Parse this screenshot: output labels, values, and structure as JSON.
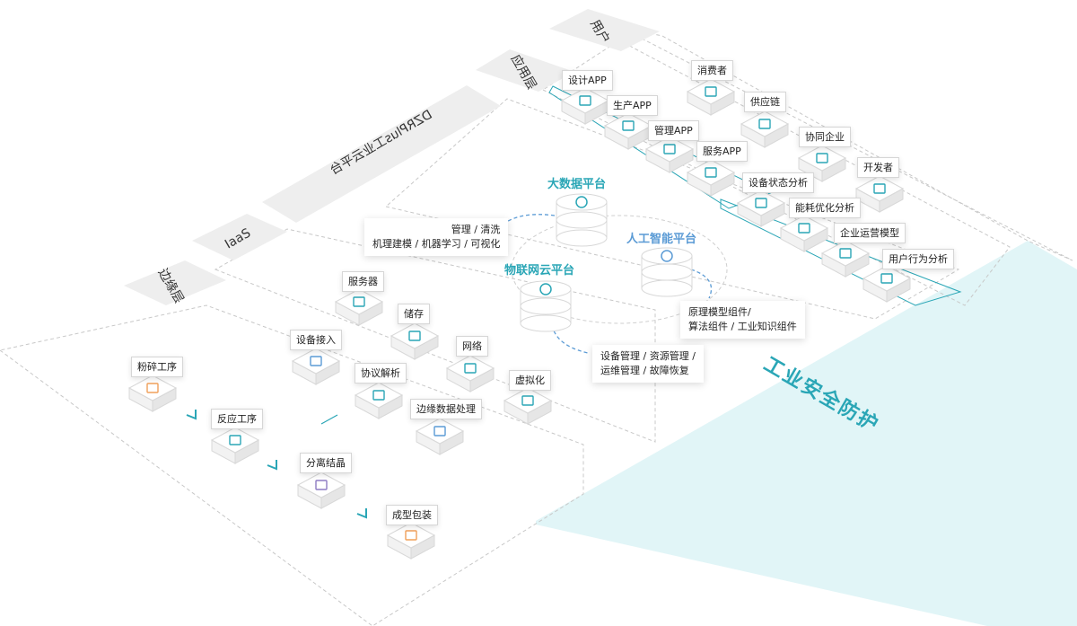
{
  "layers": {
    "user": "用户",
    "app_layer": "应用层",
    "platform": "DZRPlus工业云平台",
    "iaas": "IaaS",
    "edge": "边缘层"
  },
  "user_items": [
    "消费者",
    "供应链",
    "协同企业",
    "开发者"
  ],
  "app_items": [
    "设计APP",
    "生产APP",
    "管理APP",
    "服务APP"
  ],
  "analysis_items": [
    "设备状态分析",
    "能耗优化分析",
    "企业运营模型",
    "用户行为分析"
  ],
  "platforms": {
    "bigdata": "大数据平台",
    "ai": "人工智能平台",
    "iot": "物联网云平台"
  },
  "notes": {
    "bigdata_line1": "管理 / 清洗",
    "bigdata_line2": "机理建模 / 机器学习 / 可视化",
    "ai_line1": "原理模型组件/",
    "ai_line2": "算法组件 / 工业知识组件",
    "iot_line1": "设备管理 / 资源管理 /",
    "iot_line2": "运维管理 / 故障恢复"
  },
  "iaas_items": [
    "服务器",
    "储存",
    "网络",
    "虚拟化"
  ],
  "connect_items": [
    "设备接入",
    "协议解析",
    "边缘数据处理"
  ],
  "edge_items": [
    "粉碎工序",
    "反应工序",
    "分离结晶",
    "成型包装"
  ],
  "safety": "工业安全防护",
  "colors": {
    "teal": "#2aa6b6",
    "light_teal": "#e1f5f7",
    "blue": "#5b9bd5",
    "gray_band": "#efefef",
    "orange": "#f0a05a",
    "purple": "#8e7cc3"
  }
}
